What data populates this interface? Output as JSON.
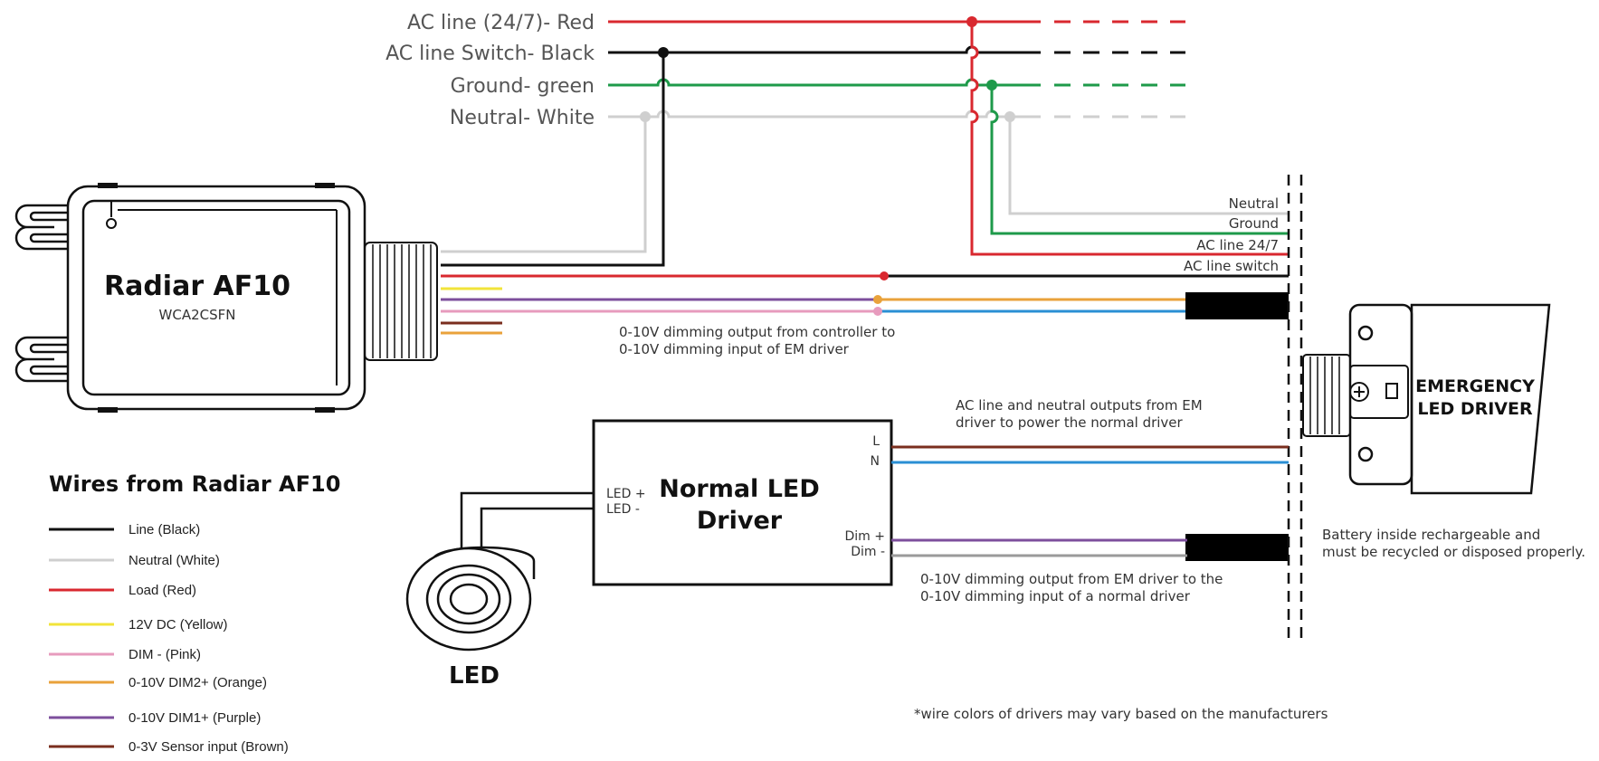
{
  "colors": {
    "red": "#d9282f",
    "black": "#111111",
    "green": "#1e9a4a",
    "white_wire": "#cfcfcf",
    "yellow": "#f2e43a",
    "pink": "#e79bbd",
    "orange": "#e9a23b",
    "purple": "#7d4f9c",
    "brown": "#7a2e1e",
    "blue": "#2a8fd4",
    "gray": "#9a9a9a"
  },
  "supply_lines": [
    {
      "label": "AC line (24/7)- Red",
      "color": "red"
    },
    {
      "label": "AC line Switch- Black",
      "color": "black"
    },
    {
      "label": "Ground- green",
      "color": "green"
    },
    {
      "label": "Neutral- White",
      "color": "white_wire"
    }
  ],
  "controller": {
    "name": "Radiar AF10",
    "model": "WCA2CSFN"
  },
  "em_driver_terminals": [
    "Neutral",
    "Ground",
    "AC line 24/7",
    "AC line switch"
  ],
  "notes": {
    "dim_from_controller": [
      "0-10V dimming output from controller to",
      "0-10V dimming input of EM driver"
    ],
    "ac_outputs": [
      "AC line and neutral outputs from EM",
      "driver to power the normal driver"
    ],
    "dim_from_em": [
      "0-10V dimming output from EM driver to the",
      "0-10V dimming input of a normal driver"
    ],
    "battery": [
      "Battery inside rechargeable and",
      "must be recycled or disposed properly."
    ],
    "disclaimer": "*wire colors of drivers may vary based on the manufacturers"
  },
  "emergency_driver": {
    "line1": "EMERGENCY",
    "line2": "LED DRIVER"
  },
  "normal_driver": {
    "line1": "Normal LED",
    "line2": "Driver",
    "led_plus": "LED +",
    "led_minus": "LED -",
    "l": "L",
    "n": "N",
    "dim_plus": "Dim +",
    "dim_minus": "Dim -"
  },
  "led_label": "LED",
  "legend": {
    "title": "Wires from Radiar AF10",
    "items": [
      {
        "label": "Line (Black)",
        "color": "black"
      },
      {
        "label": "Neutral (White)",
        "color": "white_wire"
      },
      {
        "label": "Load (Red)",
        "color": "red"
      },
      {
        "label": "12V DC (Yellow)",
        "color": "yellow"
      },
      {
        "label": "DIM - (Pink)",
        "color": "pink"
      },
      {
        "label": "0-10V DIM2+ (Orange)",
        "color": "orange"
      },
      {
        "label": "0-10V DIM1+ (Purple)",
        "color": "purple"
      },
      {
        "label": "0-3V Sensor input (Brown)",
        "color": "brown"
      }
    ]
  }
}
